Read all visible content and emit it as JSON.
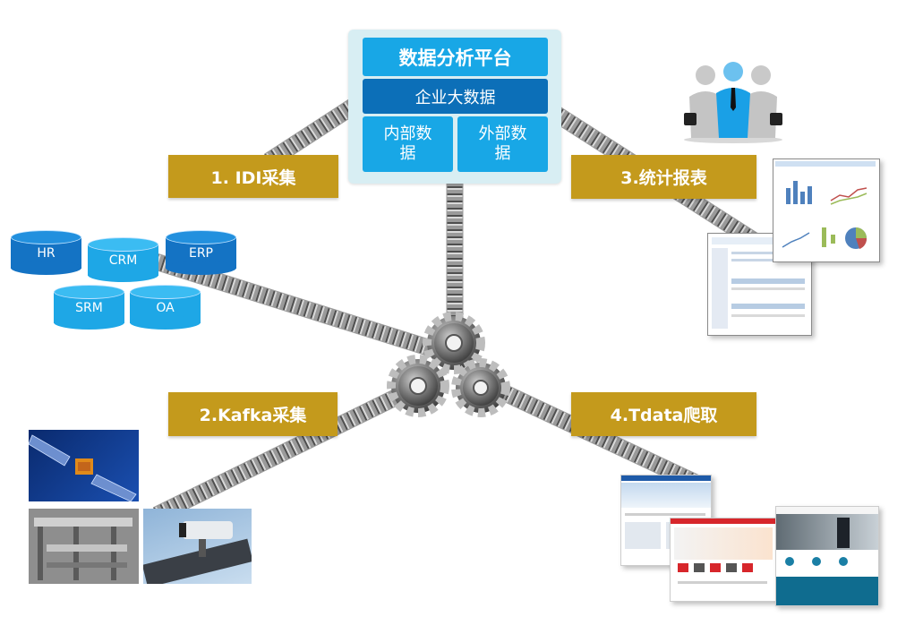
{
  "platform": {
    "title": "数据分析平台",
    "subtitle": "企业大数据",
    "internal": "内部数据",
    "external": "外部数据"
  },
  "labels": {
    "idi": "1. IDI采集",
    "kafka": "2.Kafka采集",
    "report": "3.统计报表",
    "tdata": "4.Tdata爬取"
  },
  "databases": [
    {
      "name": "HR"
    },
    {
      "name": "CRM"
    },
    {
      "name": "ERP"
    },
    {
      "name": "SRM"
    },
    {
      "name": "OA"
    }
  ],
  "colors": {
    "platform_light": "#18a7e6",
    "platform_dark": "#0c6fb8",
    "label_gold": "#c49a1c",
    "db_dark": "#1473c4",
    "db_light": "#1ea7e6"
  },
  "icons": {
    "center": "gears-icon",
    "people": "business-people-icon",
    "satellite": "satellite-icon",
    "factory": "factory-icon",
    "camera": "security-camera-icon"
  }
}
